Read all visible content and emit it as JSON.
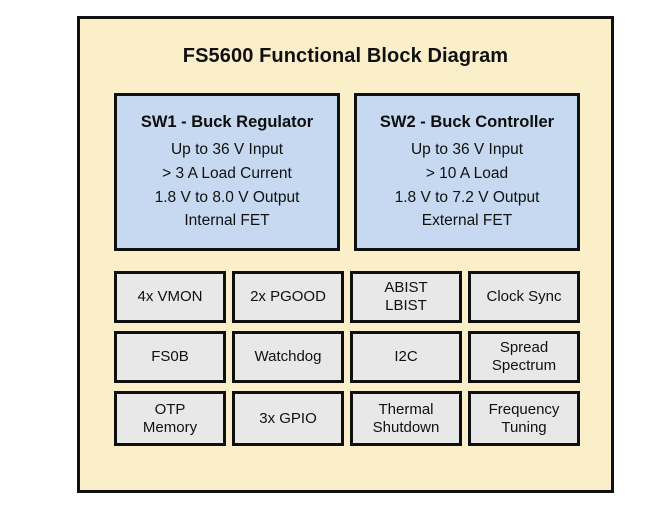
{
  "diagram": {
    "title": "FS5600 Functional Block Diagram",
    "panel_bg_color": "#FAEFC8",
    "panel_border_color": "#111111",
    "switcher_block_color": "#C6D9F0",
    "feature_block_color": "#E8E8E8",
    "switchers": [
      {
        "name": "sw1",
        "title": "SW1 - Buck Regulator",
        "lines": [
          "Up to 36 V Input",
          "> 3 A Load Current",
          "1.8 V to 8.0 V Output",
          "Internal FET"
        ]
      },
      {
        "name": "sw2",
        "title": "SW2 - Buck Controller",
        "lines": [
          "Up to 36 V Input",
          "> 10 A Load",
          "1.8 V to 7.2 V Output",
          "External FET"
        ]
      }
    ],
    "feature_rows": [
      [
        {
          "name": "vmon",
          "lines": [
            "4x VMON"
          ]
        },
        {
          "name": "pgood",
          "lines": [
            "2x PGOOD"
          ]
        },
        {
          "name": "abist-lbist",
          "lines": [
            "ABIST",
            "LBIST"
          ]
        },
        {
          "name": "clock-sync",
          "lines": [
            "Clock Sync"
          ]
        }
      ],
      [
        {
          "name": "fs0b",
          "lines": [
            "FS0B"
          ]
        },
        {
          "name": "watchdog",
          "lines": [
            "Watchdog"
          ]
        },
        {
          "name": "i2c",
          "lines": [
            "I2C"
          ]
        },
        {
          "name": "spread-spectrum",
          "lines": [
            "Spread",
            "Spectrum"
          ]
        }
      ],
      [
        {
          "name": "otp-memory",
          "lines": [
            "OTP",
            "Memory"
          ]
        },
        {
          "name": "gpio",
          "lines": [
            "3x GPIO"
          ]
        },
        {
          "name": "thermal-shutdown",
          "lines": [
            "Thermal",
            "Shutdown"
          ]
        },
        {
          "name": "frequency-tuning",
          "lines": [
            "Frequency",
            "Tuning"
          ]
        }
      ]
    ]
  }
}
